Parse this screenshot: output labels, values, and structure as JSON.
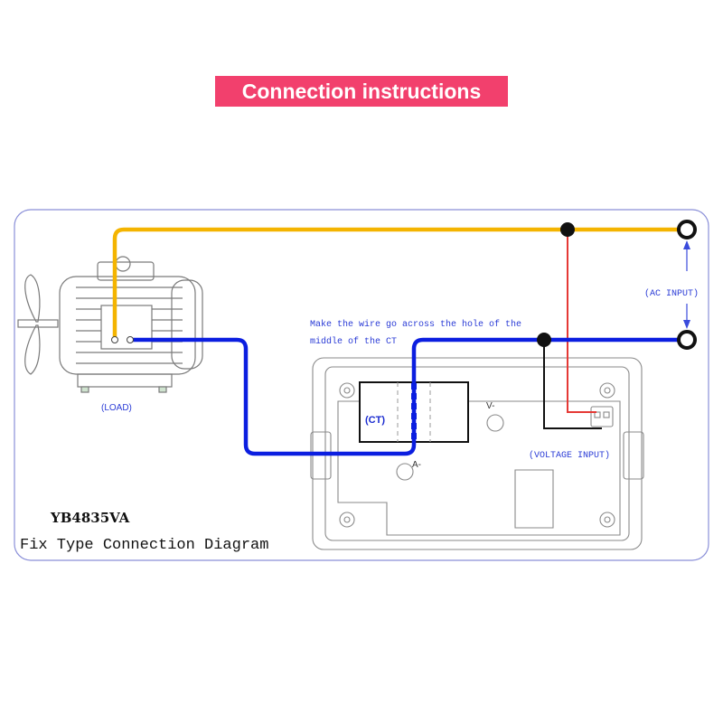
{
  "banner": {
    "title": "Connection instructions"
  },
  "labels": {
    "load": "(LOAD)",
    "ct": "(CT)",
    "ac_input": "(AC INPUT)",
    "voltage_input": "(VOLTAGE INPUT)",
    "v_terminal": "V-",
    "a_terminal": "A-",
    "note_line1": "Make the wire go across the hole of the",
    "note_line2": "middle of the CT",
    "model": "YB4835VA",
    "caption": "Fix Type Connection Diagram"
  },
  "colors": {
    "banner": "#f2406d",
    "live_wire": "#f4b400",
    "neutral_wire": "#0b1ee0",
    "voltage_red": "#e53935",
    "voltage_black": "#111111",
    "frame": "#8a8fd8",
    "line_art": "#7a7a7a"
  }
}
